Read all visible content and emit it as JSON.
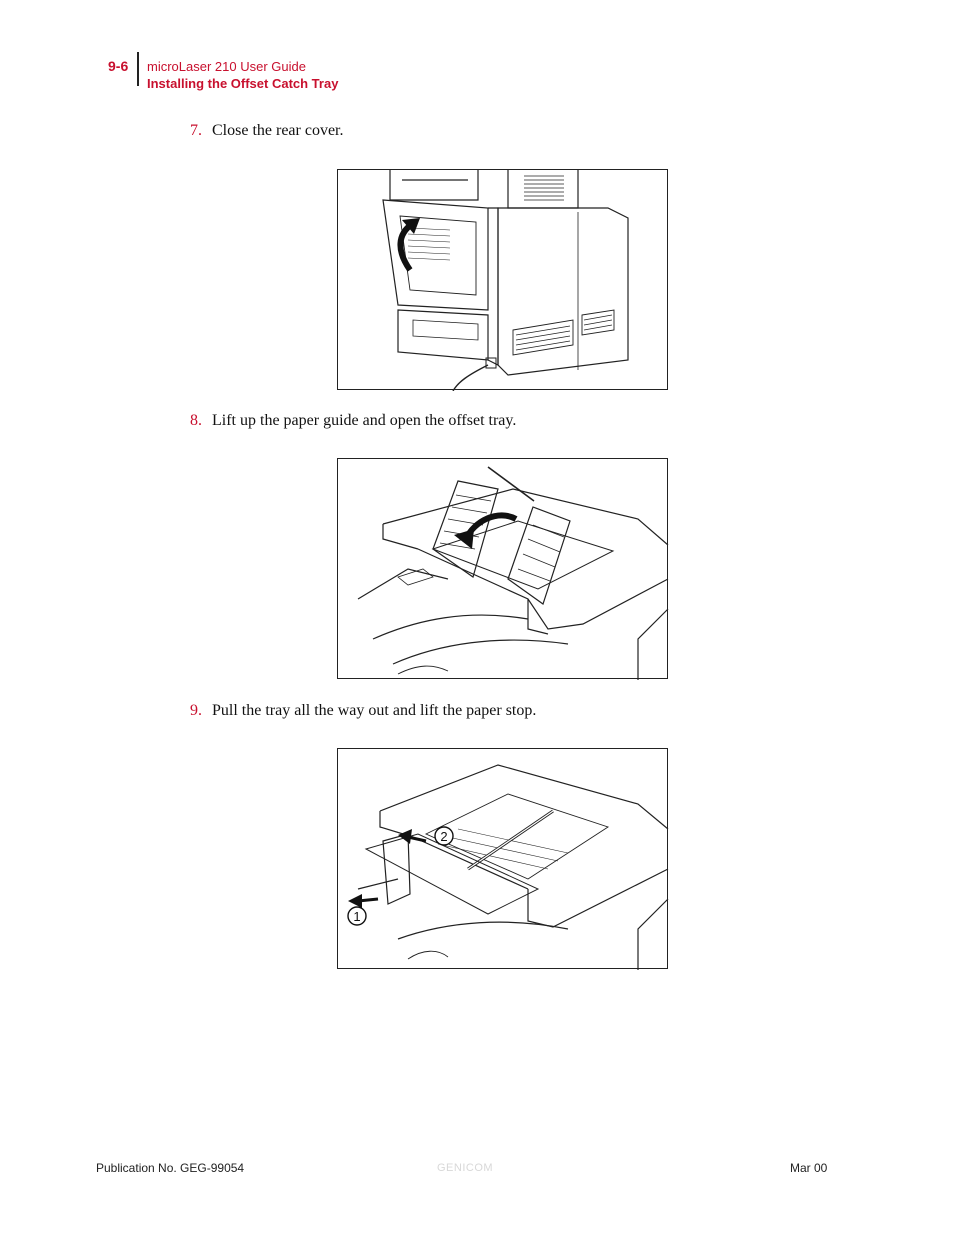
{
  "header": {
    "page_number": "9-6",
    "guide_title": "microLaser 210 User Guide",
    "section_title": "Installing the Offset Catch Tray"
  },
  "steps": [
    {
      "number": "7.",
      "text": "Close the rear cover."
    },
    {
      "number": "8.",
      "text": "Lift up the paper guide and open the offset tray."
    },
    {
      "number": "9.",
      "text": "Pull the tray all the way out and lift the paper stop."
    }
  ],
  "figure3": {
    "callout_1": "1",
    "callout_2": "2"
  },
  "footer": {
    "publication": "Publication No. GEG-99054",
    "logo": "GENICOM",
    "date": "Mar 00"
  }
}
